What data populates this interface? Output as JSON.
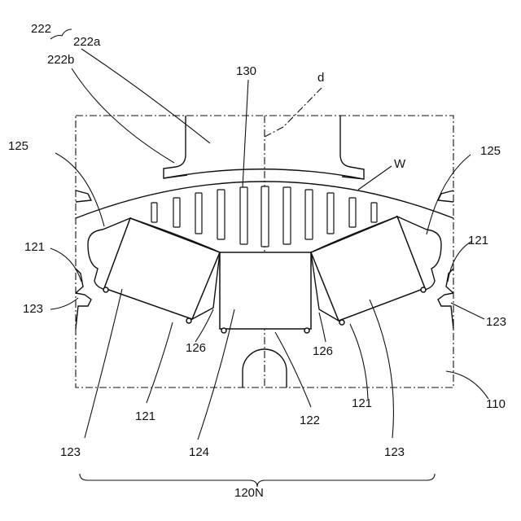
{
  "labels": {
    "l222": "222",
    "l222a": "222a",
    "l222b": "222b",
    "l130": "130",
    "ld": "d",
    "lW": "W",
    "l125_left": "125",
    "l125_right": "125",
    "l121_left": "121",
    "l121_right": "121",
    "l123_left": "123",
    "l123_right": "123",
    "l126_left": "126",
    "l126_right": "126",
    "l121_bottom_left": "121",
    "l121_bottom_right": "121",
    "l124": "124",
    "l122": "122",
    "l110": "110",
    "l123_bottom_left": "123",
    "l123_bottom_right": "123",
    "l120N": "120N"
  }
}
